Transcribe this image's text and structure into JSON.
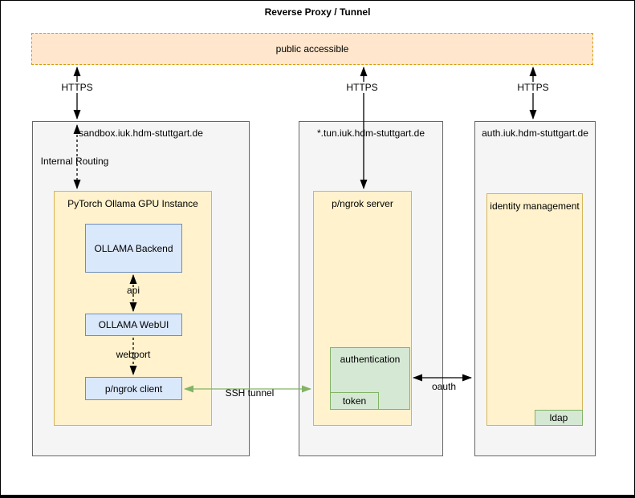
{
  "title": "Reverse Proxy / Tunnel",
  "public_zone": {
    "label": "public accessible"
  },
  "sandbox": {
    "label": "sandbox.iuk.hdm-stuttgart.de",
    "instance": {
      "label": "PyTorch Ollama GPU Instance",
      "backend_label": "OLLAMA Backend",
      "webui_label": "OLLAMA WebUI",
      "client_label": "p/ngrok client"
    }
  },
  "tunnel": {
    "label": "*.tun.iuk.hdm-stuttgart.de",
    "server": {
      "label": "p/ngrok server",
      "authentication_label": "authentication",
      "token_label": "token"
    }
  },
  "auth": {
    "label": "auth.iuk.hdm-stuttgart.de",
    "identity": {
      "label": "identity management",
      "ldap_label": "ldap"
    }
  },
  "edges": {
    "https_sandbox": "HTTPS",
    "https_tunnel": "HTTPS",
    "https_auth": "HTTPS",
    "internal_routing": "Internal Routing",
    "api": "api",
    "webport": "webport",
    "ssh_tunnel": "SSH tunnel",
    "oauth": "oauth"
  },
  "colors": {
    "zone_fill": "#ffe6cc",
    "zone_border": "#d79b00",
    "host_fill": "#f5f5f5",
    "host_border": "#666666",
    "group_fill": "#fff2cc",
    "group_border": "#d6b656",
    "service_fill": "#dae8fc",
    "service_border": "#6c8ebf",
    "green_fill": "#d5e8d4",
    "green_border": "#82b366",
    "ssh_arrow": "#82b366",
    "arrow": "#000000"
  }
}
